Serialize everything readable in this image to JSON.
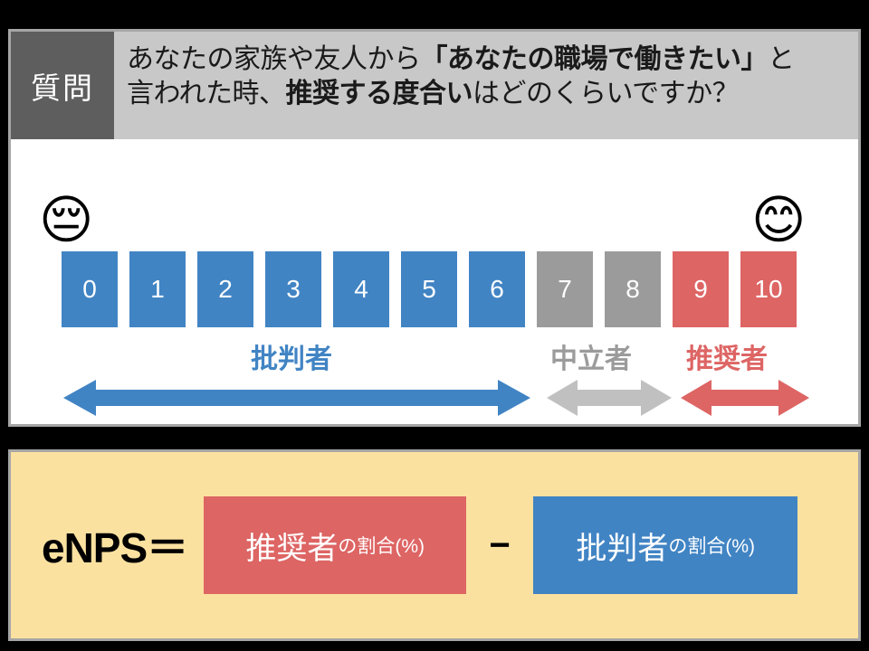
{
  "question": {
    "badge": "質問",
    "line1_plain_a": "あなたの家族や友人から",
    "line1_bold": "「あなたの職場で働きたい」",
    "line1_plain_b": "と",
    "line2_plain_a": "言われた時、",
    "line2_bold": "推奨する度合い",
    "line2_plain_b": "はどのくらいですか？"
  },
  "scale": {
    "emoji_low": "😔",
    "emoji_high": "😊",
    "boxes": [
      {
        "value": "0",
        "group": "detractor"
      },
      {
        "value": "1",
        "group": "detractor"
      },
      {
        "value": "2",
        "group": "detractor"
      },
      {
        "value": "3",
        "group": "detractor"
      },
      {
        "value": "4",
        "group": "detractor"
      },
      {
        "value": "5",
        "group": "detractor"
      },
      {
        "value": "6",
        "group": "detractor"
      },
      {
        "value": "7",
        "group": "passive"
      },
      {
        "value": "8",
        "group": "passive"
      },
      {
        "value": "9",
        "group": "promoter"
      },
      {
        "value": "10",
        "group": "promoter"
      }
    ],
    "groups": {
      "detractors": {
        "label": "批判者",
        "range": "0-6",
        "color": "#4184c4"
      },
      "passives": {
        "label": "中立者",
        "range": "7-8",
        "color": "#9b9b9b"
      },
      "promoters": {
        "label": "推奨者",
        "range": "9-10",
        "color": "#dd6564"
      }
    }
  },
  "formula": {
    "enps_label": "eNPS＝",
    "promoter_main": "推奨者",
    "promoter_sub": "の割合(%)",
    "operator": "−",
    "detractor_main": "批判者",
    "detractor_sub": "の割合(%)"
  },
  "colors": {
    "blue": "#4184c4",
    "gray": "#9b9b9b",
    "gray_light": "#c0c0c0",
    "red": "#dd6564",
    "yellow_panel": "#fbe1a0",
    "header_gray": "#c8c8c8",
    "badge_gray": "#5e5e5e",
    "background": "#000000"
  }
}
